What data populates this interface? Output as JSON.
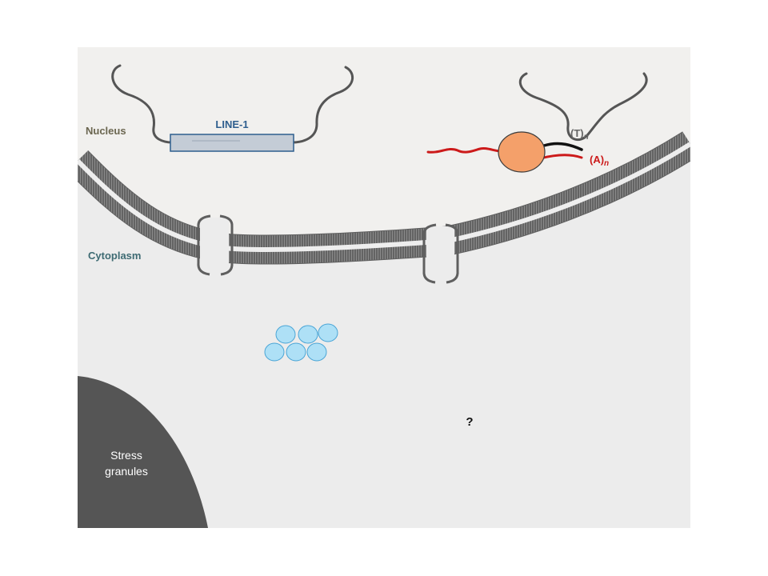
{
  "labels": {
    "nucleus": "Nucleus",
    "cytoplasm": "Cytoplasm",
    "line1": "LINE-1",
    "t_base": "(T)",
    "t_sub": "n",
    "a_base": "(A)",
    "a_sub": "n",
    "stress_line1": "Stress",
    "stress_line2": "granules",
    "question": "?"
  },
  "colors": {
    "nucleus_bg": "#f1f0ee",
    "cytoplasm_bg": "#ececec",
    "membrane": "#8a8a8a",
    "chromatin": "#555555",
    "line1_box": "#2e5e8e",
    "line1_fill": "#c4ccd6",
    "rnp": "#f4a06a",
    "poly_a": "#cc1a1a",
    "poly_t": "#111111",
    "granule_fill": "#aee0f6",
    "granule_stroke": "#4aa5d6",
    "stress_granule": "#555555",
    "label_nucleus": "#6b6650",
    "label_cytoplasm": "#3e6b73",
    "label_line1": "#2e5e8e",
    "label_poly_t": "#666666",
    "label_poly_a": "#cc1a1a"
  },
  "icons": [
    "ribonucleoprotein-particle",
    "nuclear-pore",
    "cytoplasmic-granule-cluster"
  ]
}
